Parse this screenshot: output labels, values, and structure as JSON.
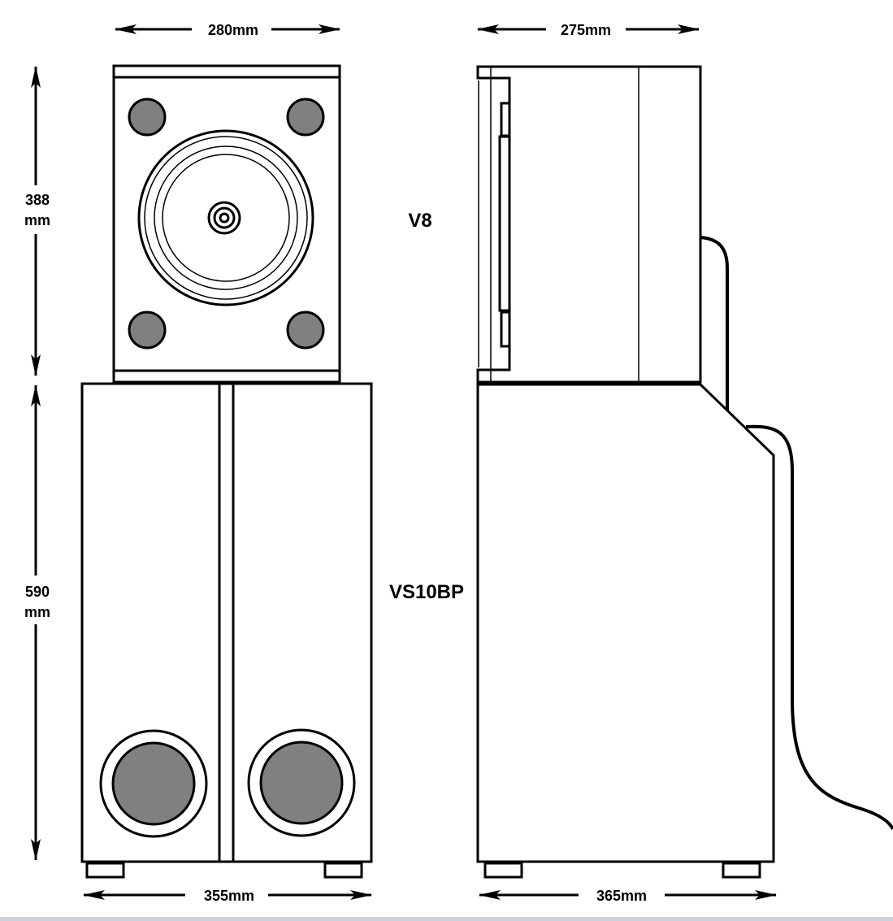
{
  "dimensions": {
    "v8_front_width": "280mm",
    "v8_side_depth": "275mm",
    "v8_height_value": "388",
    "v8_height_unit": "mm",
    "vs10bp_height_value": "590",
    "vs10bp_height_unit": "mm",
    "vs10bp_front_width": "355mm",
    "vs10bp_side_depth": "365mm"
  },
  "labels": {
    "top_speaker": "V8",
    "bottom_speaker": "VS10BP"
  },
  "colors": {
    "line": "#000000",
    "driver_fill": "#808080",
    "background": "#ffffff"
  }
}
